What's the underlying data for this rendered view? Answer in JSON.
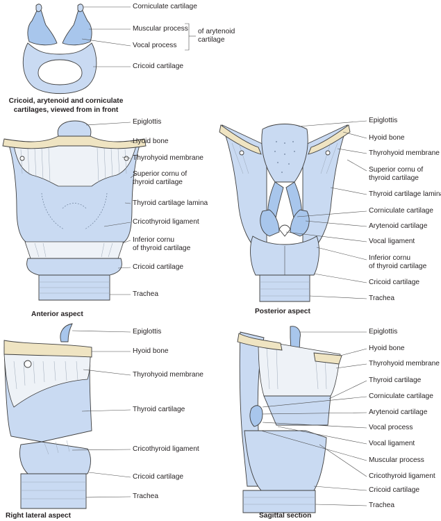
{
  "figure": {
    "top": {
      "caption_line1": "Cricoid, arytenoid and corniculate",
      "caption_line2": "cartilages, viewed from in front",
      "labels": {
        "corniculate": "Corniculate cartilage",
        "muscular_process": "Muscular process",
        "vocal_process": "Vocal process",
        "of_arytenoid_1": "of arytenoid",
        "of_arytenoid_2": "cartilage",
        "cricoid": "Cricoid cartilage"
      }
    },
    "anterior": {
      "caption": "Anterior aspect",
      "labels": [
        {
          "text": "Epiglottis"
        },
        {
          "text": "Hyoid bone"
        },
        {
          "text": "Thyrohyoid membrane"
        },
        {
          "text": "Superior cornu of"
        },
        {
          "text": "thyroid cartilage"
        },
        {
          "text": "Thyroid cartilage lamina"
        },
        {
          "text": "Cricothyroid ligament"
        },
        {
          "text": "Inferior cornu"
        },
        {
          "text": "of thyroid cartilage"
        },
        {
          "text": "Cricoid cartilage"
        },
        {
          "text": "Trachea"
        }
      ]
    },
    "posterior": {
      "caption": "Posterior aspect",
      "labels": [
        {
          "text": "Epiglottis"
        },
        {
          "text": "Hyoid bone"
        },
        {
          "text": "Thyrohyoid membrane"
        },
        {
          "text": "Superior cornu of"
        },
        {
          "text": "thyroid cartilage"
        },
        {
          "text": "Thyroid cartilage lamina"
        },
        {
          "text": "Corniculate cartilage"
        },
        {
          "text": "Arytenoid cartilage"
        },
        {
          "text": "Vocal ligament"
        },
        {
          "text": "Inferior cornu"
        },
        {
          "text": "of thyroid cartilage"
        },
        {
          "text": "Cricoid cartilage"
        },
        {
          "text": "Trachea"
        }
      ]
    },
    "lateral": {
      "caption": "Right lateral aspect",
      "labels": [
        {
          "text": "Epiglottis"
        },
        {
          "text": "Hyoid bone"
        },
        {
          "text": "Thyrohyoid membrane"
        },
        {
          "text": "Thyroid cartilage"
        },
        {
          "text": "Cricothyroid ligament"
        },
        {
          "text": "Cricoid cartilage"
        },
        {
          "text": "Trachea"
        }
      ]
    },
    "sagittal": {
      "caption": "Sagittal section",
      "labels": [
        {
          "text": "Epiglottis"
        },
        {
          "text": "Hyoid bone"
        },
        {
          "text": "Thyrohyoid membrane"
        },
        {
          "text": "Thyroid cartilage"
        },
        {
          "text": "Corniculate cartilage"
        },
        {
          "text": "Arytenoid cartilage"
        },
        {
          "text": "Vocal process"
        },
        {
          "text": "Vocal ligament"
        },
        {
          "text": "Muscular process"
        },
        {
          "text": "Cricothyroid ligament"
        },
        {
          "text": "Cricoid cartilage"
        },
        {
          "text": "Trachea"
        }
      ]
    },
    "colors": {
      "cartilage": "#c9daf2",
      "cartilage_dark": "#a8c6ec",
      "bone": "#efe4c2",
      "membrane": "#eef2f7",
      "line": "#3d3d3d"
    }
  }
}
